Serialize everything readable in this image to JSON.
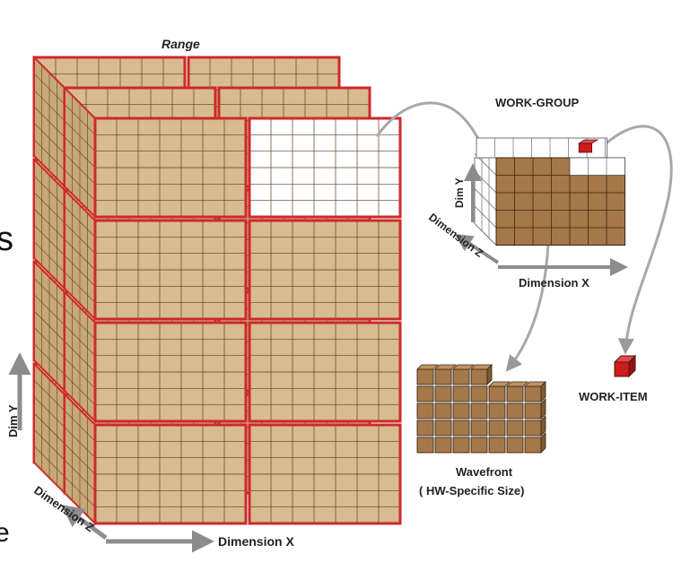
{
  "range_label": "Range",
  "range_dim_y": "Dim Y",
  "range_dim_z": "Dimension Z",
  "range_dim_x": "Dimension X",
  "workgroup_label": "WORK-GROUP",
  "workgroup_dim_y": "Dim Y",
  "workgroup_dim_z": "Dimension Z",
  "workgroup_dim_x": "Dimension X",
  "wavefront_label": "Wavefront",
  "wavefront_sublabel": "( HW-Specific Size)",
  "workitem_label": "WORK-ITEM",
  "edge_text_top": "s",
  "edge_text_bottom": "e",
  "colors": {
    "item_fill": "#d8bb8f",
    "item_stroke": "#5a4020",
    "block_border": "#cc2a2a",
    "wg_item_fill": "#a5784a",
    "highlight_red": "#cc1c1c",
    "arrow_gray": "#9a9a9a",
    "white_block": "#ffffff"
  }
}
